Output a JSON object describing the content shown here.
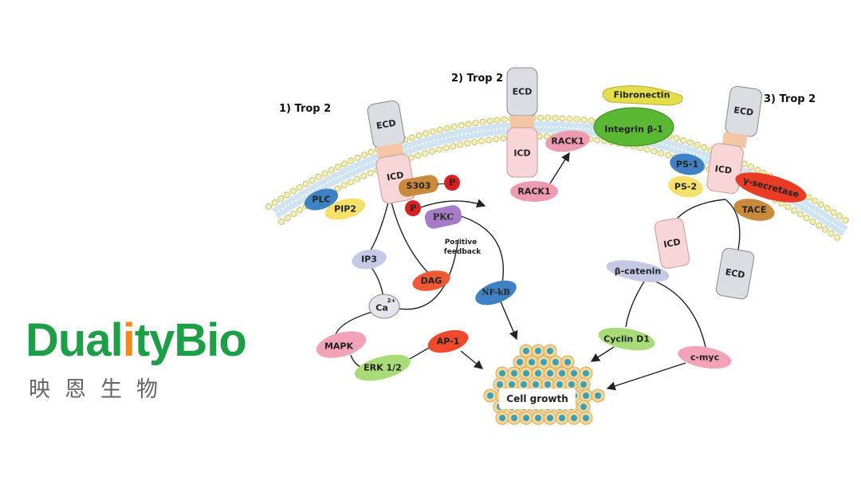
{
  "logo": {
    "brand_pre": "Dual",
    "brand_i": "i",
    "brand_post": "tyBio",
    "chinese": "映恩生物",
    "brand_color": "#1f9e48",
    "accent_color": "#f08a1c"
  },
  "diagram": {
    "trop1": "1) Trop 2",
    "trop2": "2) Trop 2",
    "trop3": "3) Trop 2",
    "ecd": "ECD",
    "icd": "ICD",
    "plc": "PLC",
    "pip2": "PIP2",
    "s303": "S303",
    "p": "P",
    "pkc": "PKC",
    "feedback1": "Positive",
    "feedback2": "feedback",
    "ip3": "IP3",
    "dag": "DAG",
    "nfkb": "NF-kB",
    "ca": "Ca",
    "ca_sup": "2+",
    "mapk": "MAPK",
    "erk": "ERK 1/2",
    "ap1": "AP-1",
    "rack1": "RACK1",
    "fibronectin": "Fibronectin",
    "integrin": "Integrin β-1",
    "ps1": "PS-1",
    "ps2": "PS-2",
    "gsec": "γ-secretase",
    "tace": "TACE",
    "bcat": "β-catenin",
    "cyclin": "Cyclin D1",
    "cmyc": "c-myc",
    "cell_growth": "Cell growth"
  }
}
